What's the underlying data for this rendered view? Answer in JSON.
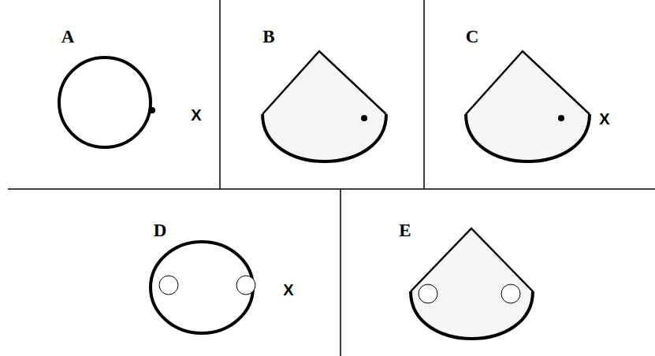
{
  "diagram": {
    "labels": [
      "A",
      "X",
      "B",
      "C",
      "X",
      "D",
      "X",
      "E"
    ]
  }
}
